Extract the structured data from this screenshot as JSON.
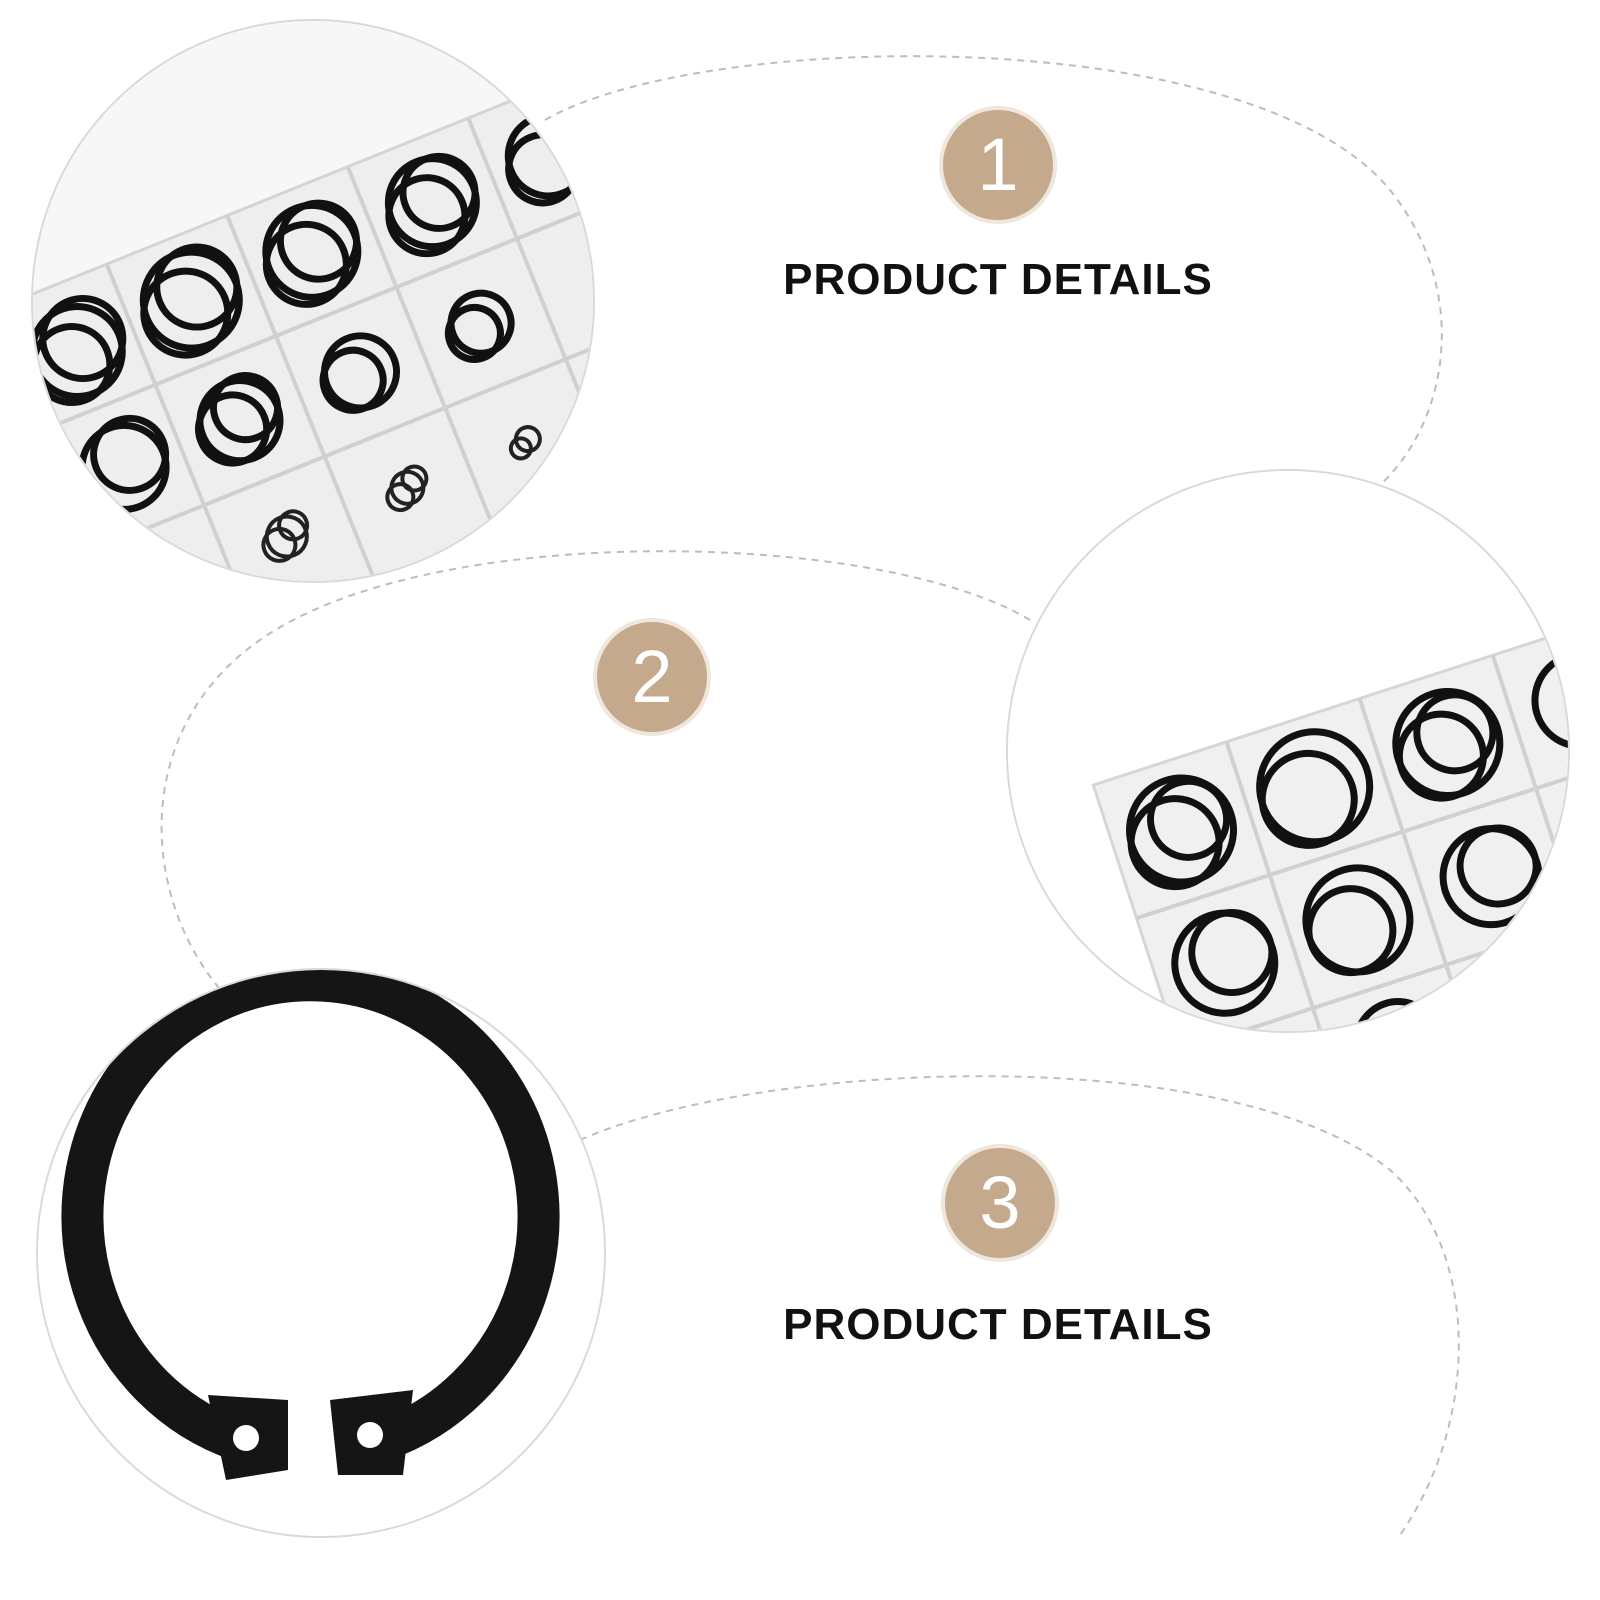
{
  "sections": [
    {
      "number": "1",
      "heading": "PRODUCT DETAILS"
    },
    {
      "number": "2",
      "heading": ""
    },
    {
      "number": "3",
      "heading": "PRODUCT DETAILS"
    }
  ],
  "colors": {
    "badge_fill": "#c4a98c",
    "badge_ring": "#efe6dc",
    "dashed_line": "#bdbdbd",
    "heading_text": "#111111",
    "ring_metal": "#151515"
  },
  "photos": [
    {
      "subject": "assorted-circlips-box"
    },
    {
      "subject": "assorted-circlips-box-closeup"
    },
    {
      "subject": "single-external-circlip"
    }
  ]
}
